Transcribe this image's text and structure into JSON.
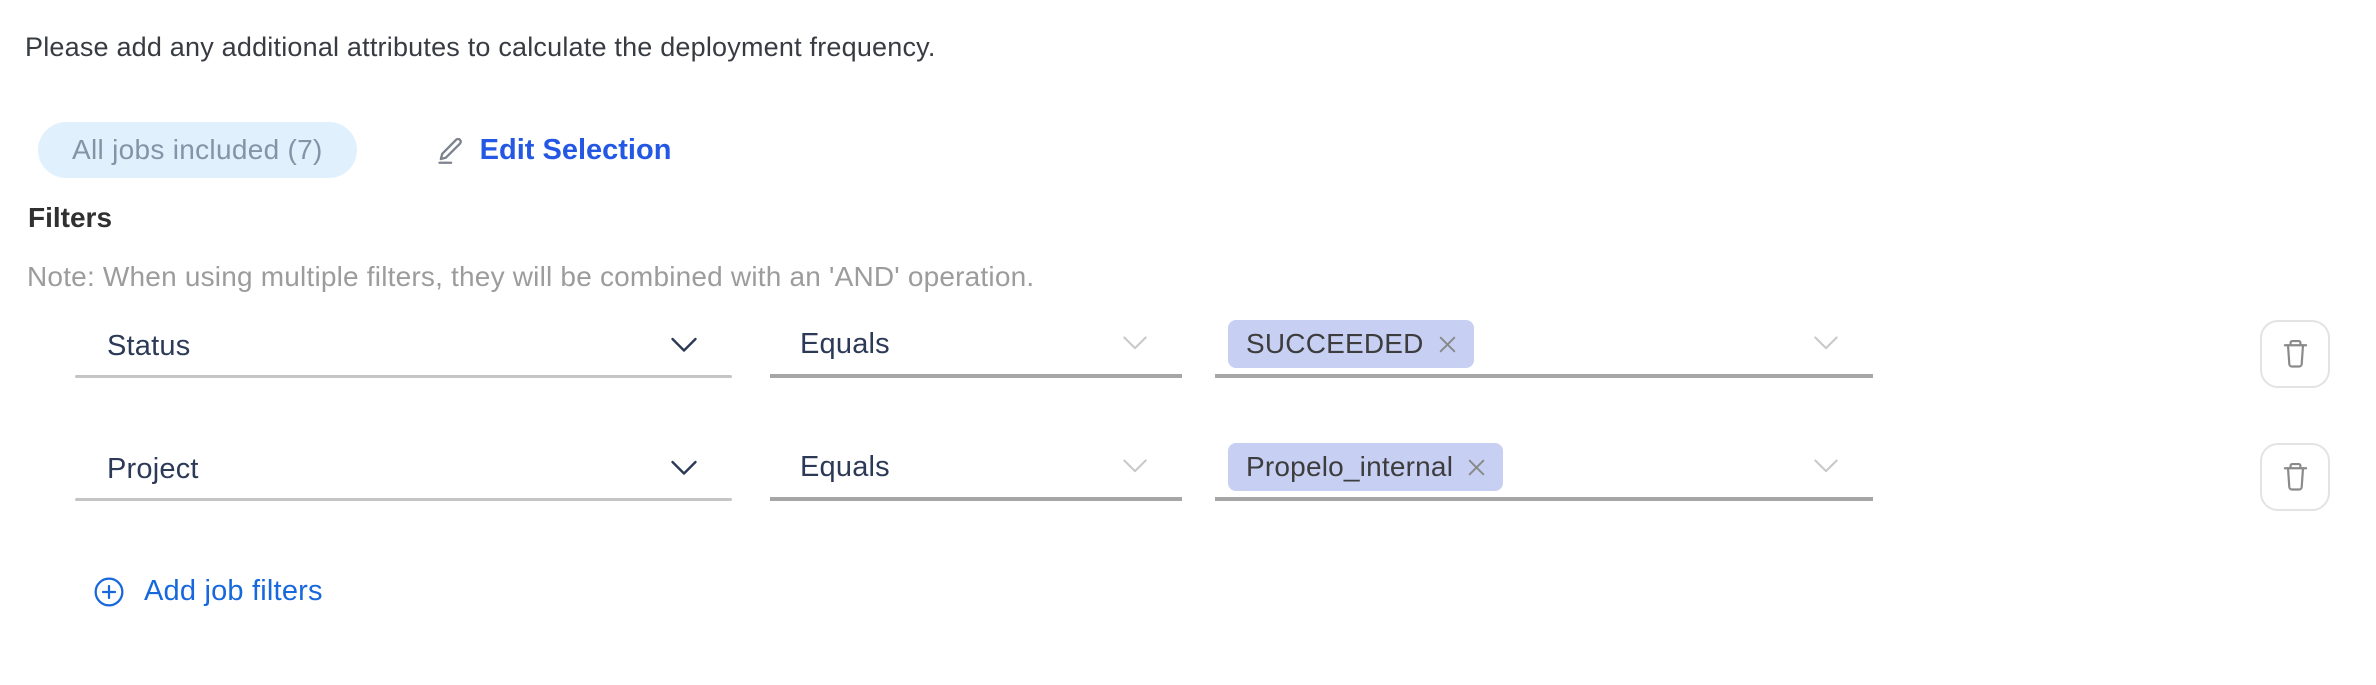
{
  "page": {
    "instruction": "Please add any additional attributes to calculate the deployment frequency."
  },
  "selection": {
    "badge_label": "All jobs included (7)",
    "edit_button_label": "Edit Selection"
  },
  "filters": {
    "heading": "Filters",
    "note": "Note: When using multiple filters, they will be combined with an 'AND' operation.",
    "rows": [
      {
        "attribute": "Status",
        "operator": "Equals",
        "values": [
          {
            "label": "SUCCEEDED"
          }
        ]
      },
      {
        "attribute": "Project",
        "operator": "Equals",
        "values": [
          {
            "label": "Propelo_internal"
          }
        ]
      }
    ],
    "add_button_label": "Add job filters"
  },
  "icons": {
    "edit": "pencil-line",
    "dropdown": "chevron-down",
    "remove": "x-cross",
    "delete": "trash-can",
    "add": "plus-circle"
  },
  "colors": {
    "edit_link_blue": "#2458e4",
    "add_link_blue": "#1668dc",
    "badge_bg": "#e0f0fc",
    "badge_text": "#8593a7",
    "tag_bg": "#c7cff3",
    "select_text": "#2c3a58",
    "note_gray": "#9c9c9c",
    "icon_gray": "#8a8a8a"
  }
}
